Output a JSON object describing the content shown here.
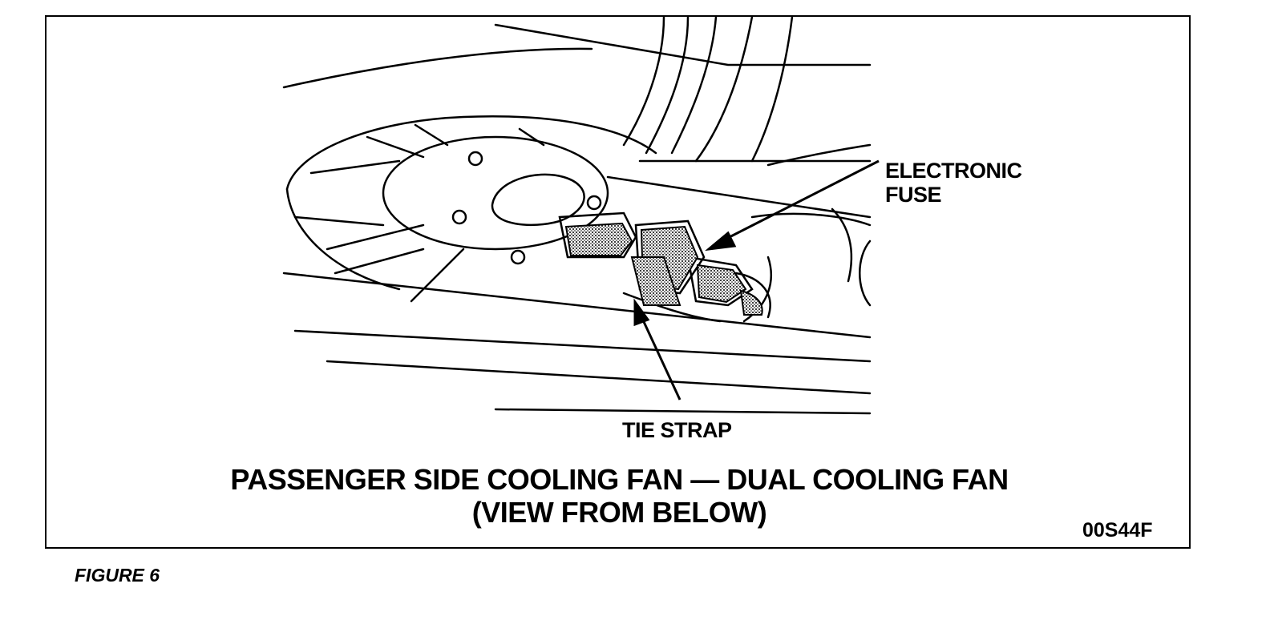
{
  "figure": {
    "callouts": {
      "electronic_fuse_line1": "ELECTRONIC",
      "electronic_fuse_line2": "FUSE",
      "tie_strap": "TIE STRAP"
    },
    "title_line1": "PASSENGER SIDE COOLING FAN — DUAL COOLING FAN",
    "title_line2": "(VIEW FROM BELOW)",
    "code": "00S44F"
  },
  "caption": "FIGURE 6"
}
